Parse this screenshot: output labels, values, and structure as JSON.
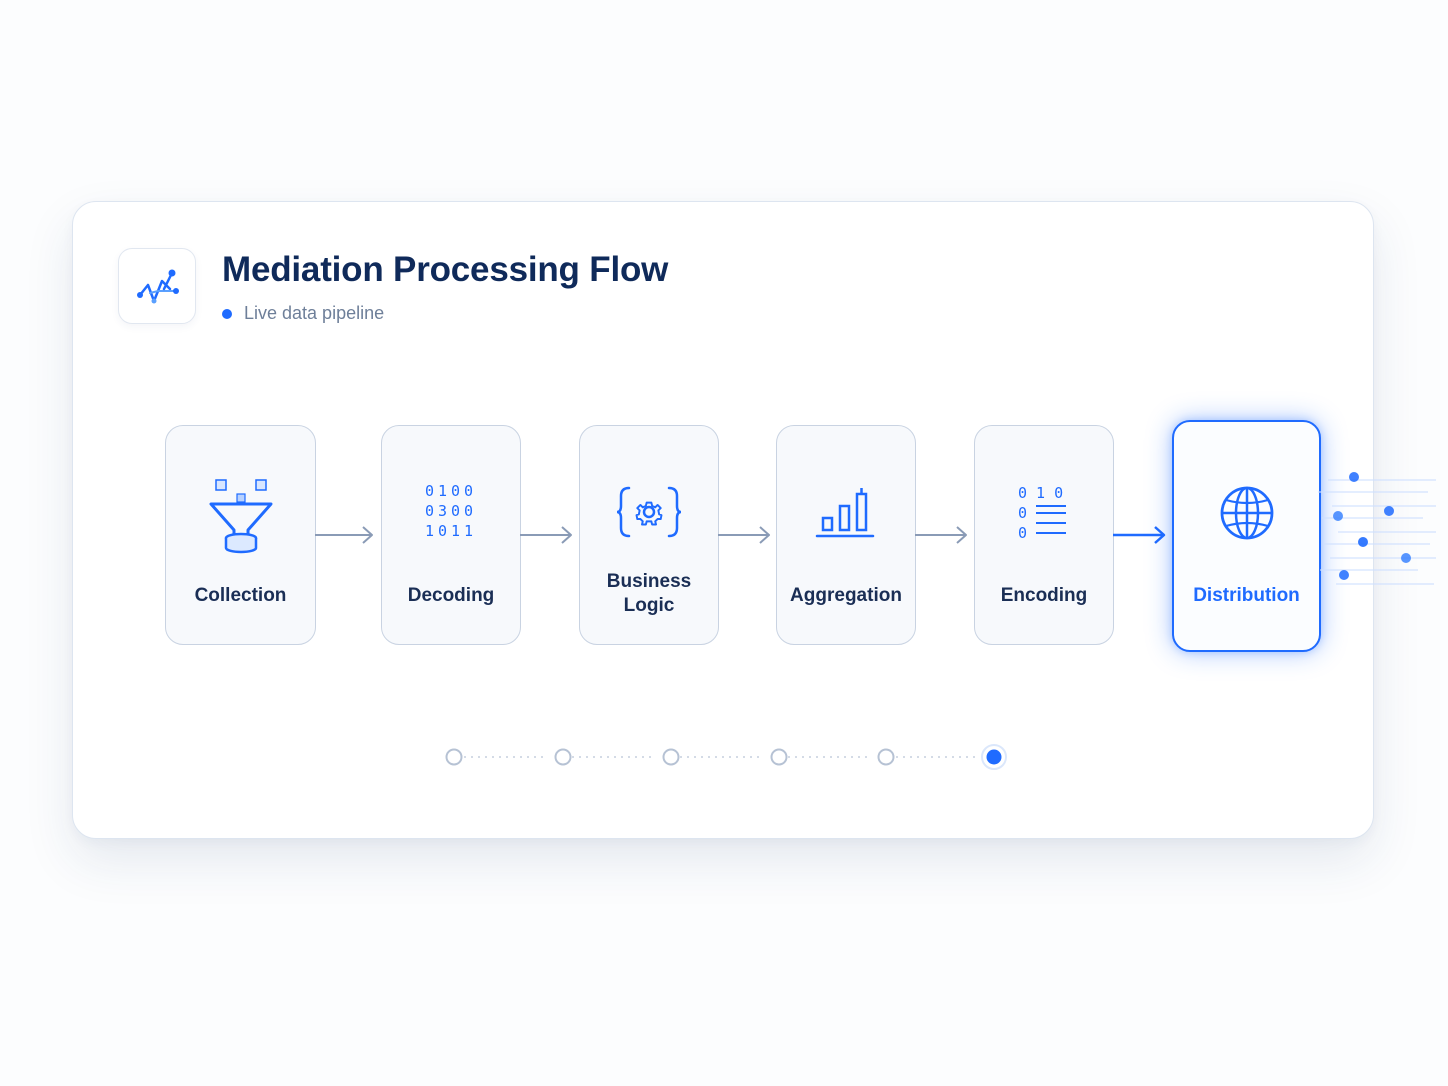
{
  "header": {
    "title": "Mediation Processing Flow",
    "subtitle": "Live data pipeline"
  },
  "stages": [
    {
      "label": "Collection",
      "icon": "funnel-icon"
    },
    {
      "label": "Decoding",
      "icon": "binary-icon",
      "binary": [
        "0100",
        "0300",
        "1011"
      ]
    },
    {
      "label": "Business Logic",
      "icon": "gear-braces-icon"
    },
    {
      "label": "Aggregation",
      "icon": "bar-chart-icon"
    },
    {
      "label": "Encoding",
      "icon": "encoded-list-icon",
      "binary": [
        "0 1 0",
        "0",
        "0"
      ]
    },
    {
      "label": "Distribution",
      "icon": "globe-icon",
      "active": true
    }
  ],
  "progress": {
    "total_steps": 6,
    "current_step": 6
  },
  "colors": {
    "accent": "#1f6bff",
    "title": "#0f2a5a",
    "muted": "#6e7f99",
    "border": "#c9d3e2"
  }
}
